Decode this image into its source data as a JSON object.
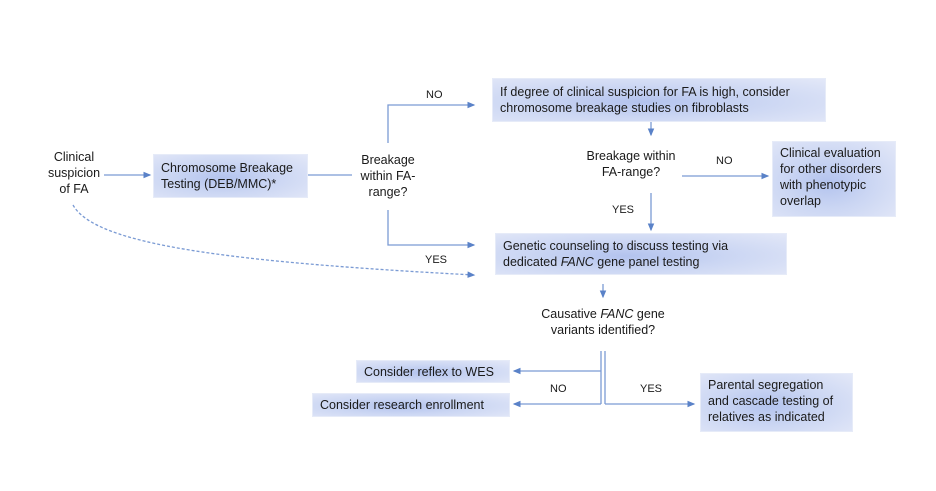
{
  "nodes": {
    "clinical_suspicion": "Clinical suspicion of FA",
    "chromosome_breakage_testing": "Chromosome Breakage Testing (DEB/MMC)*",
    "breakage_within_range_1": "Breakage within FA-range?",
    "fibroblast_studies": "If degree of clinical suspicion for FA is high, consider chromosome breakage studies on fibroblasts",
    "breakage_within_range_2": "Breakage within FA-range?",
    "clinical_evaluation_other": "Clinical evaluation for other disorders with phenotypic overlap",
    "genetic_counseling": {
      "before": "Genetic counseling to discuss testing via dedicated ",
      "italic": "FANC",
      "after": " gene panel testing"
    },
    "causative_variants": {
      "before": "Causative ",
      "italic": "FANC",
      "after": " gene variants identified?"
    },
    "reflex_wes": "Consider reflex to WES",
    "research_enrollment": "Consider research enrollment",
    "parental_segregation": "Parental segregation and cascade testing of relatives as indicated"
  },
  "edge_labels": {
    "no_1": "NO",
    "yes_1": "YES",
    "no_2": "NO",
    "yes_2": "YES",
    "no_3": "NO",
    "yes_3": "YES"
  },
  "colors": {
    "arrow": "#5a82c8",
    "box_center": "#b3c3ee",
    "box_edge": "#e3e8f8"
  }
}
